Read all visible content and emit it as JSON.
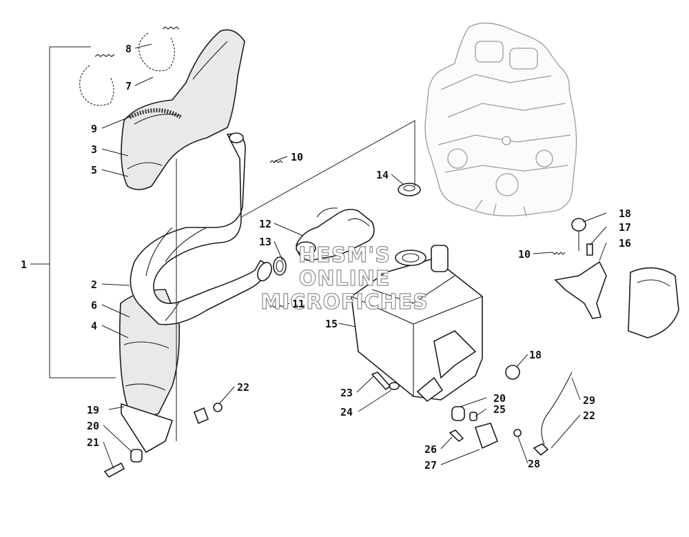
{
  "watermark": {
    "line1": "HESM'S",
    "line2": "ONLINE",
    "line3": "MICROFICHES"
  },
  "callouts": [
    {
      "id": "c1",
      "label": "1"
    },
    {
      "id": "c2",
      "label": "2"
    },
    {
      "id": "c3",
      "label": "3"
    },
    {
      "id": "c4",
      "label": "4"
    },
    {
      "id": "c5",
      "label": "5"
    },
    {
      "id": "c6",
      "label": "6"
    },
    {
      "id": "c7",
      "label": "7"
    },
    {
      "id": "c8",
      "label": "8"
    },
    {
      "id": "c9",
      "label": "9"
    },
    {
      "id": "c10a",
      "label": "10"
    },
    {
      "id": "c10b",
      "label": "10"
    },
    {
      "id": "c11",
      "label": "11"
    },
    {
      "id": "c12",
      "label": "12"
    },
    {
      "id": "c13",
      "label": "13"
    },
    {
      "id": "c14",
      "label": "14"
    },
    {
      "id": "c15",
      "label": "15"
    },
    {
      "id": "c16",
      "label": "16"
    },
    {
      "id": "c17",
      "label": "17"
    },
    {
      "id": "c18a",
      "label": "18"
    },
    {
      "id": "c18b",
      "label": "18"
    },
    {
      "id": "c19",
      "label": "19"
    },
    {
      "id": "c20a",
      "label": "20"
    },
    {
      "id": "c20b",
      "label": "20"
    },
    {
      "id": "c21",
      "label": "21"
    },
    {
      "id": "c22a",
      "label": "22"
    },
    {
      "id": "c22b",
      "label": "22"
    },
    {
      "id": "c23",
      "label": "23"
    },
    {
      "id": "c24",
      "label": "24"
    },
    {
      "id": "c25",
      "label": "25"
    },
    {
      "id": "c26",
      "label": "26"
    },
    {
      "id": "c27",
      "label": "27"
    },
    {
      "id": "c28",
      "label": "28"
    },
    {
      "id": "c29",
      "label": "29"
    }
  ]
}
